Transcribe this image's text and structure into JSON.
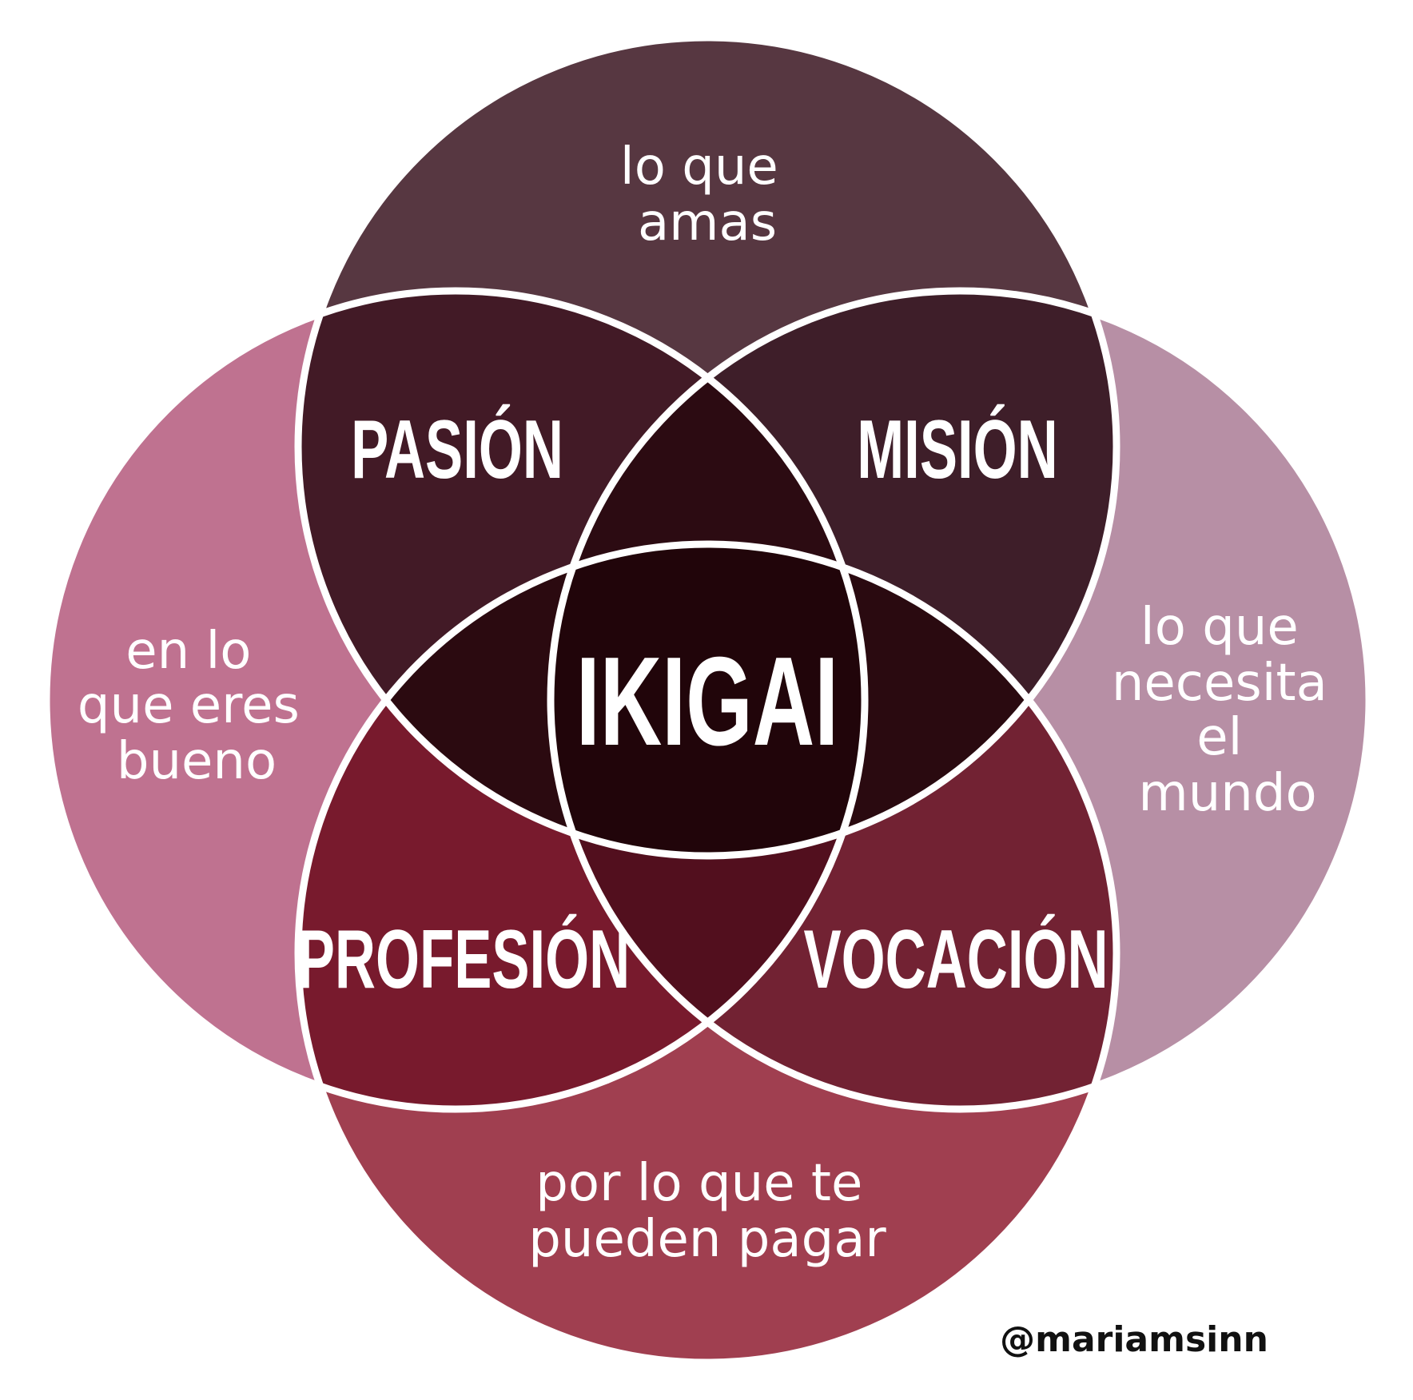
{
  "title": "IKIGAI",
  "circles": {
    "top": {
      "lines": [
        "lo que",
        "amas"
      ],
      "color": "#573741"
    },
    "left": {
      "lines": [
        "en lo",
        "que eres",
        "bueno"
      ],
      "color": "#bf7290"
    },
    "right": {
      "lines": [
        "lo que",
        "necesita",
        "el",
        "mundo"
      ],
      "color": "#b78fa5"
    },
    "bottom": {
      "lines": [
        "por lo que te",
        "pueden pagar"
      ],
      "color": "#a03f50"
    }
  },
  "overlaps": {
    "passion": {
      "label": "PASIÓN",
      "color": "#421a26"
    },
    "mission": {
      "label": "MISIÓN",
      "color": "#3e1e29"
    },
    "profession": {
      "label": "PROFESIÓN",
      "color": "#781a2d"
    },
    "vocation": {
      "label": "VOCACIÓN",
      "color": "#722233"
    }
  },
  "inner_colors": {
    "top_lens": "#2c0b12",
    "bottom_lens": "#520f1e",
    "left_lens": "#2b0a10",
    "right_lens": "#2a0a10",
    "center": "#21050a"
  },
  "credit": "@mariamsinn"
}
